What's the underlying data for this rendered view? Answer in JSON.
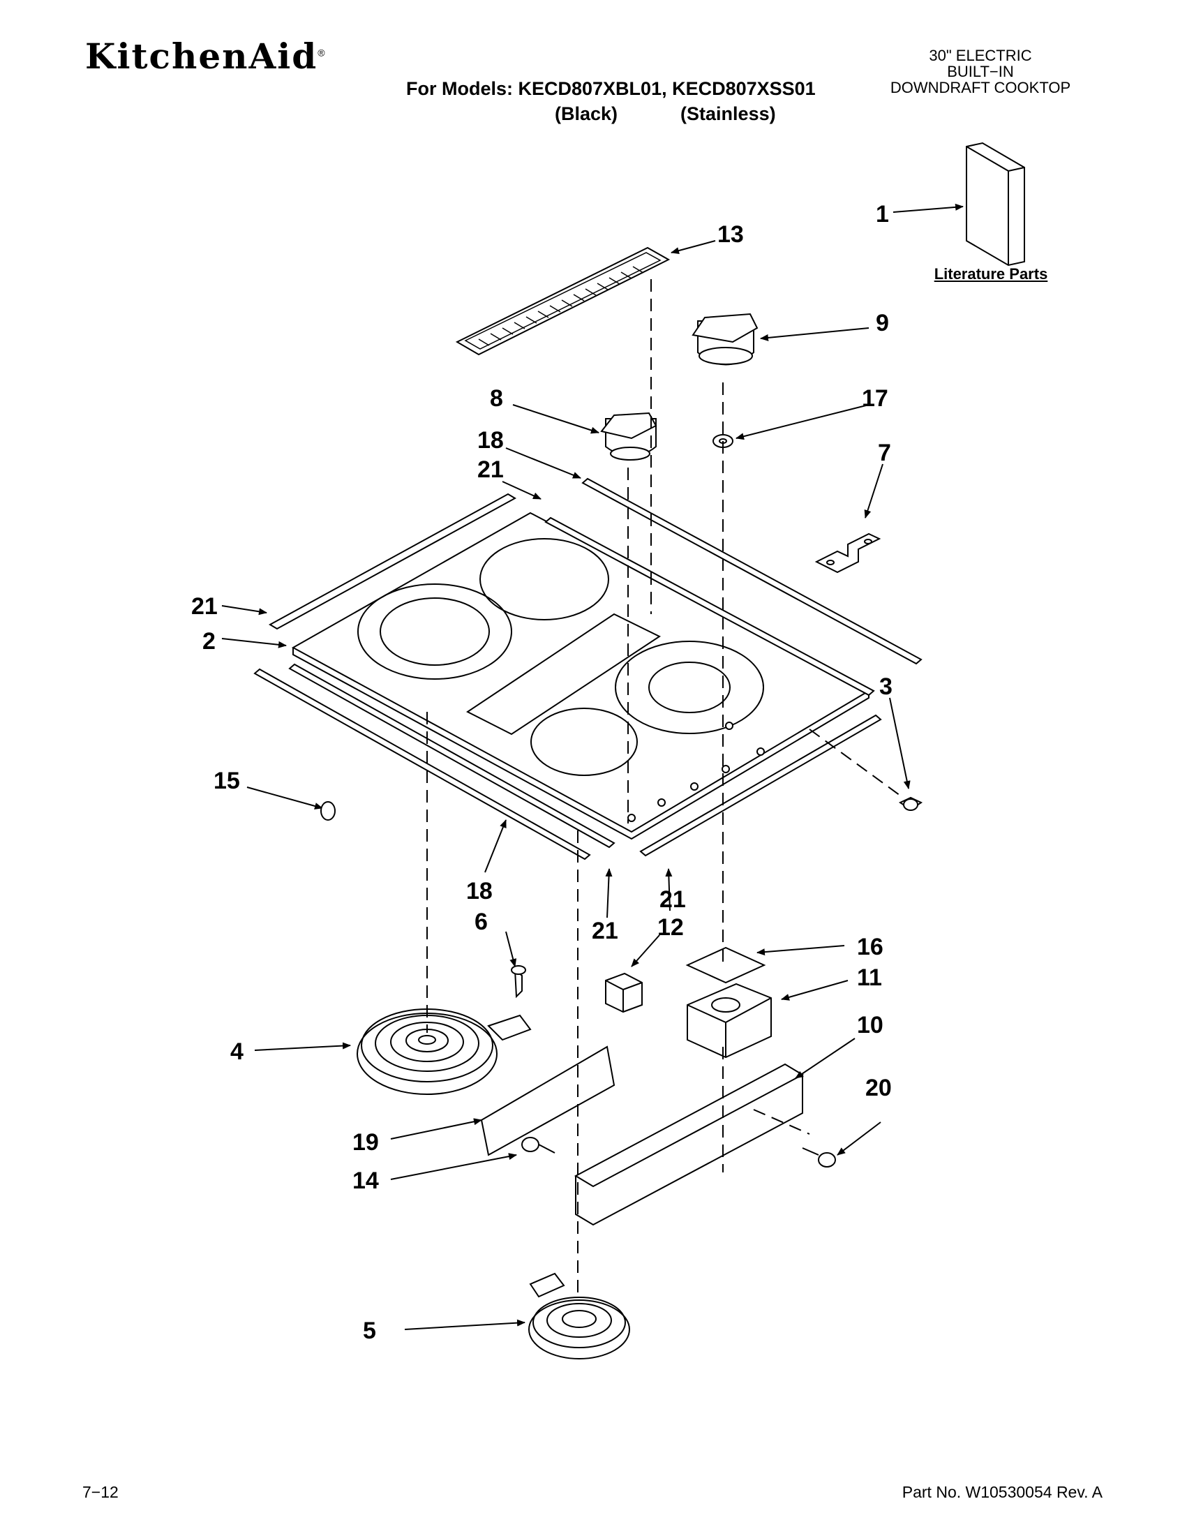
{
  "header": {
    "brand": "KitchenAid",
    "brand_mark": "®",
    "models_line": "For Models: KECD807XBL01, KECD807XSS01",
    "variants_line": "(Black)            (Stainless)",
    "product_lines": [
      "30\" ELECTRIC",
      "BUILT−IN",
      "DOWNDRAFT COOKTOP"
    ]
  },
  "literature_label": "Literature Parts",
  "callouts": [
    "1",
    "13",
    "9",
    "8",
    "17",
    "18",
    "21",
    "7",
    "21",
    "2",
    "3",
    "15",
    "18",
    "6",
    "21",
    "21",
    "12",
    "16",
    "11",
    "4",
    "10",
    "20",
    "19",
    "14",
    "5"
  ],
  "footer": {
    "page": "7−12",
    "part_number": "Part No. W10530054 Rev. A"
  }
}
